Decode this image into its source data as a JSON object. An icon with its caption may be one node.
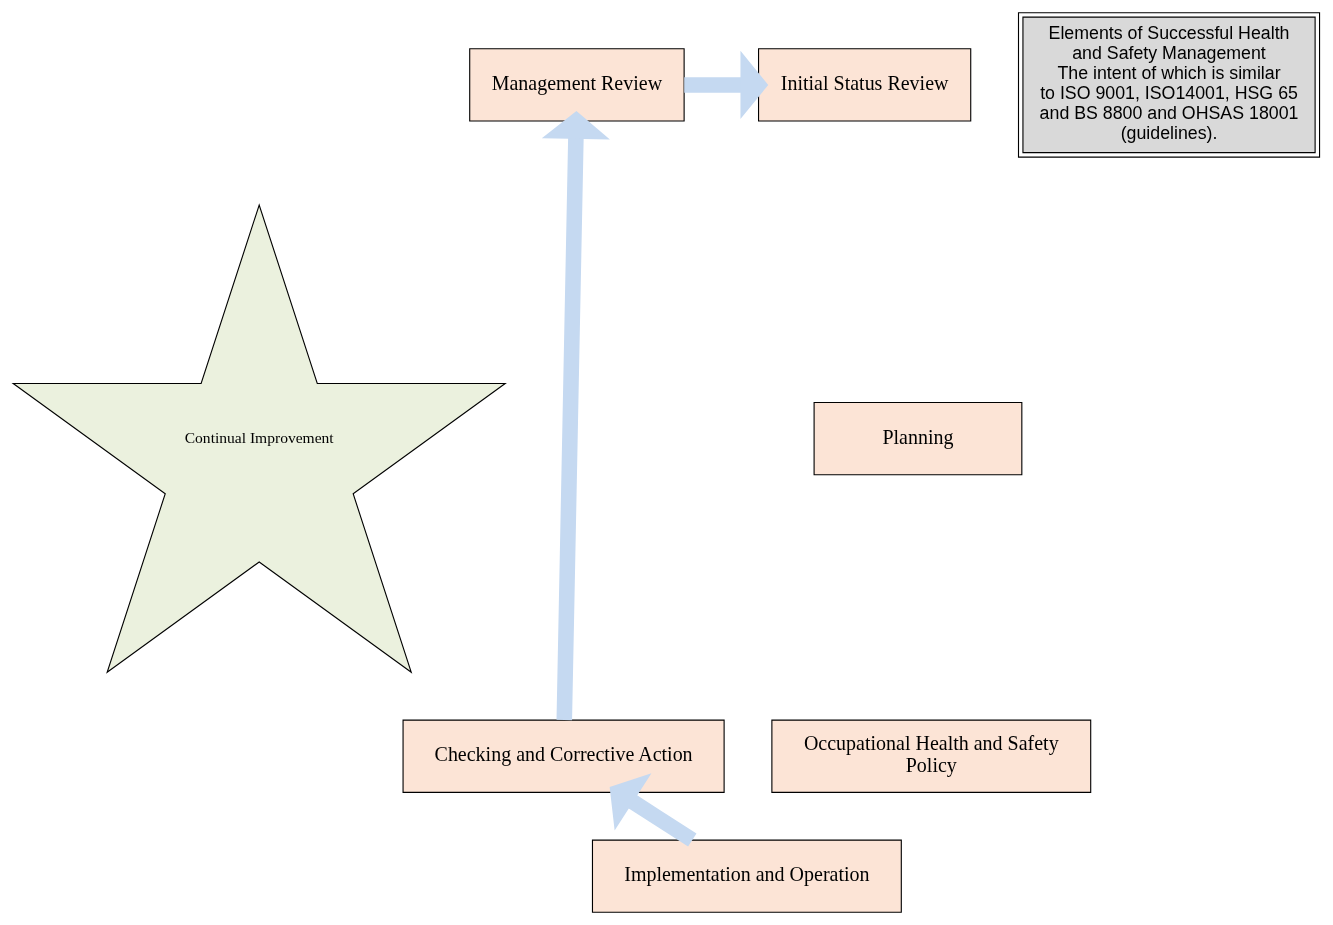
{
  "diagram": {
    "nodes": [
      {
        "text": [
          "Management Review"
        ]
      },
      {
        "text": [
          "Initial Status Review"
        ]
      },
      {
        "text": [
          "Planning"
        ]
      },
      {
        "text": [
          "Occupational Health and Safety Policy"
        ]
      },
      {
        "text": [
          "Implementation and Operation"
        ]
      },
      {
        "text": [
          "Checking and Corrective Action"
        ]
      },
      {
        "text": [
          "Continual Improvement"
        ]
      },
      {
        "text": [
          "Elements of Successful Health and Safety Management",
          "The intent of which is similar to ISO 9001, ISO14001, HSG 65 and BS 8800 and OHSAS 18001 (guidelines)."
        ]
      }
    ],
    "edges": [
      {
        "from": 0,
        "to": 1,
        "arrow": "to"
      },
      {
        "from": 4,
        "to": 5,
        "arrow": "to"
      },
      {
        "from": 5,
        "to": 0,
        "arrow": "to"
      }
    ]
  }
}
